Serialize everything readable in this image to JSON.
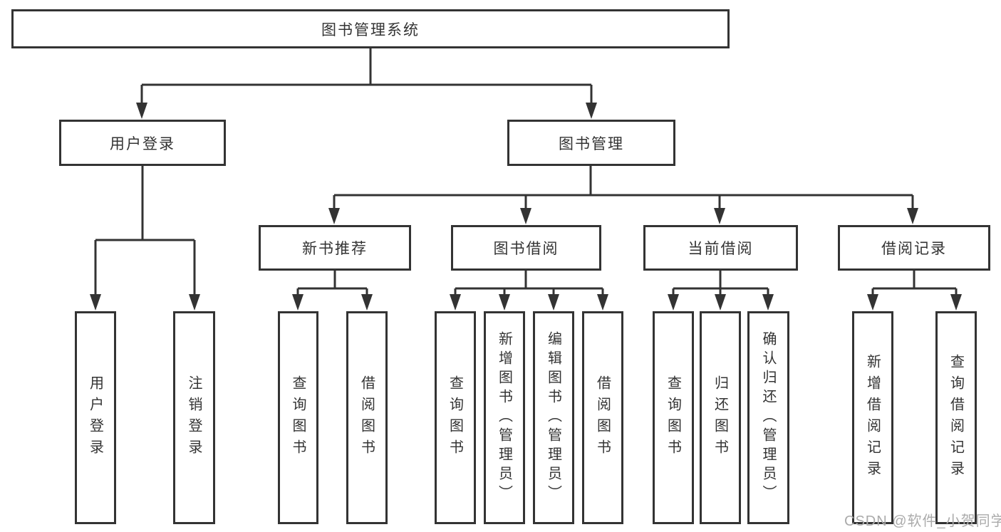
{
  "diagram_title": "图书管理系统",
  "tree": {
    "root": {
      "label": "图书管理系统"
    },
    "branches": [
      {
        "label": "用户登录",
        "children": [
          {
            "label": "用户登录"
          },
          {
            "label": "注销登录"
          }
        ]
      },
      {
        "label": "图书管理",
        "children": [
          {
            "label": "新书推荐",
            "children": [
              {
                "label": "查询图书"
              },
              {
                "label": "借阅图书"
              }
            ]
          },
          {
            "label": "图书借阅",
            "children": [
              {
                "label": "查询图书"
              },
              {
                "label": "新增图书（管理员）"
              },
              {
                "label": "编辑图书（管理员）"
              },
              {
                "label": "借阅图书"
              }
            ]
          },
          {
            "label": "当前借阅",
            "children": [
              {
                "label": "查询图书"
              },
              {
                "label": "归还图书"
              },
              {
                "label": "确认归还（管理员）"
              }
            ]
          },
          {
            "label": "借阅记录",
            "children": [
              {
                "label": "新增借阅记录"
              },
              {
                "label": "查询借阅记录"
              }
            ]
          }
        ]
      }
    ]
  },
  "watermark": "CSDN @软件_小贺同学",
  "colors": {
    "line": "#333333",
    "box_border": "#333333",
    "text": "#333333",
    "watermark": "#ababab",
    "background": "#ffffff"
  }
}
